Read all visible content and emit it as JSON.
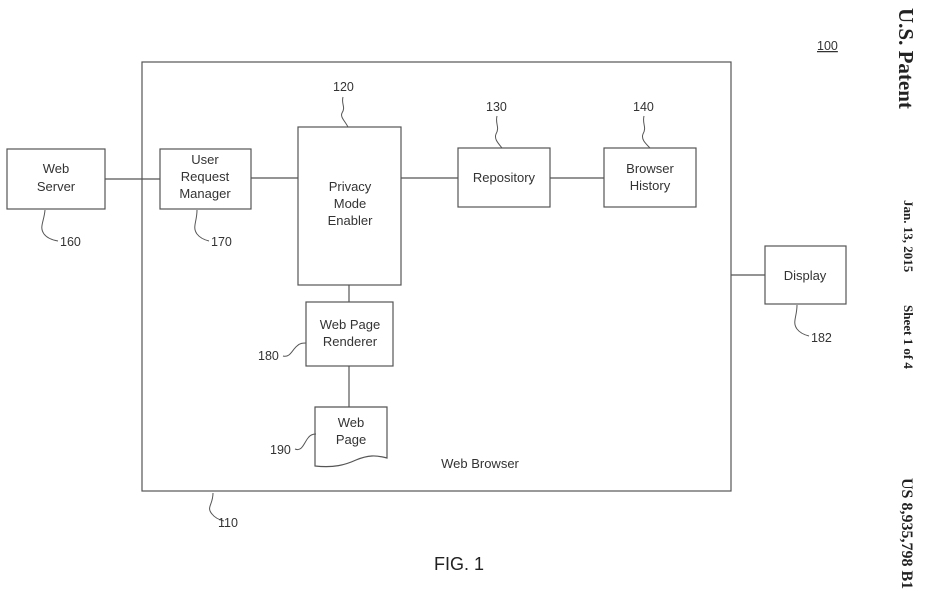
{
  "header": {
    "patent_label": "U.S. Patent",
    "date": "Jan. 13, 2015",
    "sheet": "Sheet 1 of 4",
    "patent_number": "US 8,935,798 B1"
  },
  "figure": {
    "ref_100": "100",
    "caption": "FIG. 1"
  },
  "container": {
    "label": "Web Browser",
    "ref": "110"
  },
  "boxes": {
    "web_server": {
      "lines": [
        "Web",
        "Server"
      ],
      "ref": "160"
    },
    "user_request_manager": {
      "lines": [
        "User",
        "Request",
        "Manager"
      ],
      "ref": "170"
    },
    "privacy_mode_enabler": {
      "lines": [
        "Privacy",
        "Mode",
        "Enabler"
      ],
      "ref": "120"
    },
    "repository": {
      "lines": [
        "Repository"
      ],
      "ref": "130"
    },
    "browser_history": {
      "lines": [
        "Browser",
        "History"
      ],
      "ref": "140"
    },
    "display": {
      "lines": [
        "Display"
      ],
      "ref": "182"
    },
    "web_page_renderer": {
      "lines": [
        "Web Page",
        "Renderer"
      ],
      "ref": "180"
    },
    "web_page": {
      "lines": [
        "Web",
        "Page"
      ],
      "ref": "190"
    }
  }
}
